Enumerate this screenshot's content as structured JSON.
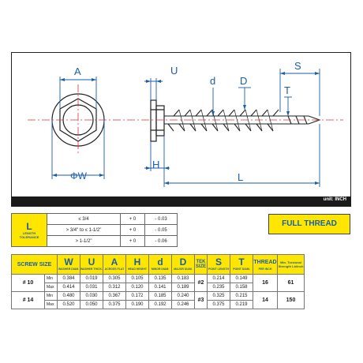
{
  "drawing": {
    "labels": {
      "A": "A",
      "U": "U",
      "S": "S",
      "d": "d",
      "D": "D",
      "T": "T",
      "W": "ΦW",
      "H": "H",
      "L": "L"
    },
    "unit_label": "unit: INCH"
  },
  "tolerance": {
    "symbol": "L",
    "symbol_sub1": "LENGTH",
    "symbol_sub2": "TOLERANCE",
    "rows": [
      {
        "range": "≤ 3/4",
        "plus": "+ 0",
        "minus": "- 0.03"
      },
      {
        "range": "> 3/4\" to ≤ 1-1/2\"",
        "plus": "+ 0",
        "minus": "- 0.05"
      },
      {
        "range": "> 1-1/2\"",
        "plus": "+ 0",
        "minus": "- 0.06"
      }
    ]
  },
  "full_thread": "FULL THREAD",
  "spec": {
    "headers": {
      "screw_size": "SCREW SIZE",
      "W": {
        "sym": "W",
        "sub": "WASHER DIAM."
      },
      "U": {
        "sym": "U",
        "sub": "WASHER THICK."
      },
      "A": {
        "sym": "A",
        "sub": "ACROSS FLAT"
      },
      "H": {
        "sym": "H",
        "sub": "HEAD HEIGHT"
      },
      "d": {
        "sym": "d",
        "sub": "MINOR DIAM."
      },
      "D": {
        "sym": "D",
        "sub": "MAJOR DIAM."
      },
      "tek": "TEK SIZE",
      "S": {
        "sym": "S",
        "sub": "POINT LENGTH"
      },
      "T": {
        "sym": "T",
        "sub": "POINT DIAM."
      },
      "thread": {
        "sym": "THREAD",
        "sub": "PER INCH"
      },
      "torsion": "Min. Torsional Strength Lb/Inch"
    },
    "rows": [
      {
        "size": "# 10",
        "mm": "Min",
        "W": "0.384",
        "U": "0.019",
        "A": "0.305",
        "H": "0.105",
        "d": "0.135",
        "D": "0.183",
        "tek": "#2",
        "S": "0.214",
        "T": "0.149",
        "thread": "16",
        "torsion": "61"
      },
      {
        "size": "",
        "mm": "Max",
        "W": "0.414",
        "U": "0.031",
        "A": "0.312",
        "H": "0.120",
        "d": "0.141",
        "D": "0.189",
        "tek": "",
        "S": "0.235",
        "T": "0.158",
        "thread": "",
        "torsion": ""
      },
      {
        "size": "# 14",
        "mm": "Min",
        "W": "0.480",
        "U": "0.030",
        "A": "0.367",
        "H": "0.172",
        "d": "0.185",
        "D": "0.240",
        "tek": "#3",
        "S": "0.325",
        "T": "0.215",
        "thread": "14",
        "torsion": "150"
      },
      {
        "size": "",
        "mm": "Max",
        "W": "0.520",
        "U": "0.050",
        "A": "0.375",
        "H": "0.190",
        "d": "0.192",
        "D": "0.246",
        "tek": "",
        "S": "0.375",
        "T": "0.219",
        "thread": "",
        "torsion": ""
      }
    ]
  }
}
